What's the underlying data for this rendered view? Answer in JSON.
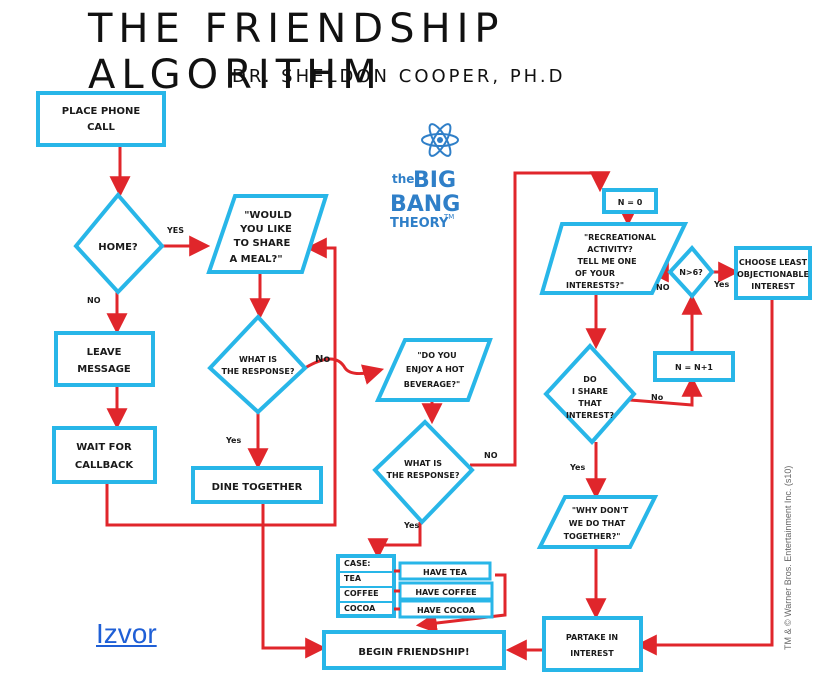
{
  "header": {
    "title": "THE FRIENDSHIP ALGORITHM",
    "subtitle": "DR. SHELDON COOPER, Ph.D"
  },
  "logo": {
    "line1_small": "the",
    "line1_big": "BIG",
    "line2": "BANG",
    "line3": "THEORY",
    "tm": "TM"
  },
  "nodes": {
    "place_call_1": "PLACE PHONE",
    "place_call_2": "CALL",
    "home": "HOME?",
    "leave_1": "LEAVE",
    "leave_2": "MESSAGE",
    "wait_1": "WAIT FOR",
    "wait_2": "CALLBACK",
    "meal_1": "\"WOULD",
    "meal_2": "YOU LIKE",
    "meal_3": "TO SHARE",
    "meal_4": "A MEAL?\"",
    "resp1_1": "WHAT IS",
    "resp1_2": "THE RESPONSE?",
    "dine": "DINE TOGETHER",
    "hot_1": "\"DO YOU",
    "hot_2": "ENJOY A HOT",
    "hot_3": "BEVERAGE?\"",
    "resp2_1": "WHAT IS",
    "resp2_2": "THE RESPONSE?",
    "case": "CASE:",
    "case_tea": "TEA",
    "case_coffee": "COFFEE",
    "case_cocoa": "COCOA",
    "have_tea": "HAVE TEA",
    "have_coffee": "HAVE COFFEE",
    "have_cocoa": "HAVE COCOA",
    "begin": "BEGIN FRIENDSHIP!",
    "n0": "N = 0",
    "rec_1": "\"RECREATIONAL",
    "rec_2": "ACTIVITY?",
    "rec_3": "TELL ME ONE",
    "rec_4": "OF YOUR",
    "rec_5": "INTERESTS?\"",
    "n6": "N>6?",
    "choose_1": "CHOOSE LEAST",
    "choose_2": "OBJECTIONABLE",
    "choose_3": "INTEREST",
    "share_1": "DO",
    "share_2": "I SHARE",
    "share_3": "THAT",
    "share_4": "INTEREST?",
    "ninc": "N = N+1",
    "why_1": "\"WHY DON'T",
    "why_2": "WE DO THAT",
    "why_3": "TOGETHER?\"",
    "partake_1": "PARTAKE IN",
    "partake_2": "INTEREST"
  },
  "edge_labels": {
    "yes": "YES",
    "no": "NO",
    "yes_mixed": "Yes",
    "no_mixed": "No"
  },
  "footer": {
    "source_link": "Izvor",
    "copyright": "TM & © Warner Bros. Entertainment Inc. (s10)"
  },
  "colors": {
    "box_stroke": "#28b6e8",
    "flow_stroke": "#e0262b",
    "link": "#1f5fd6"
  }
}
